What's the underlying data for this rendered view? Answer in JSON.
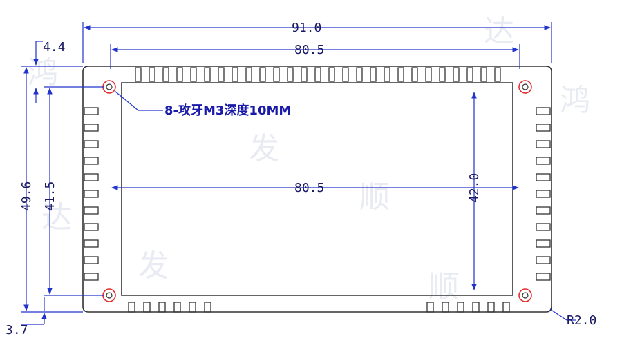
{
  "drawing": {
    "dimensions": {
      "overall_width": "91.0",
      "slot_width": "80.5",
      "inner_width": "80.5",
      "overall_height": "49.6",
      "hole_spacing_vertical": "41.5",
      "inner_height": "42.0",
      "top_offset": "4.4",
      "bottom_offset": "3.7",
      "corner_radius": "R2.0"
    },
    "hole_note": "8-攻牙M3深度10MM",
    "watermark": [
      "鸿",
      "发",
      "顺",
      "达"
    ]
  }
}
